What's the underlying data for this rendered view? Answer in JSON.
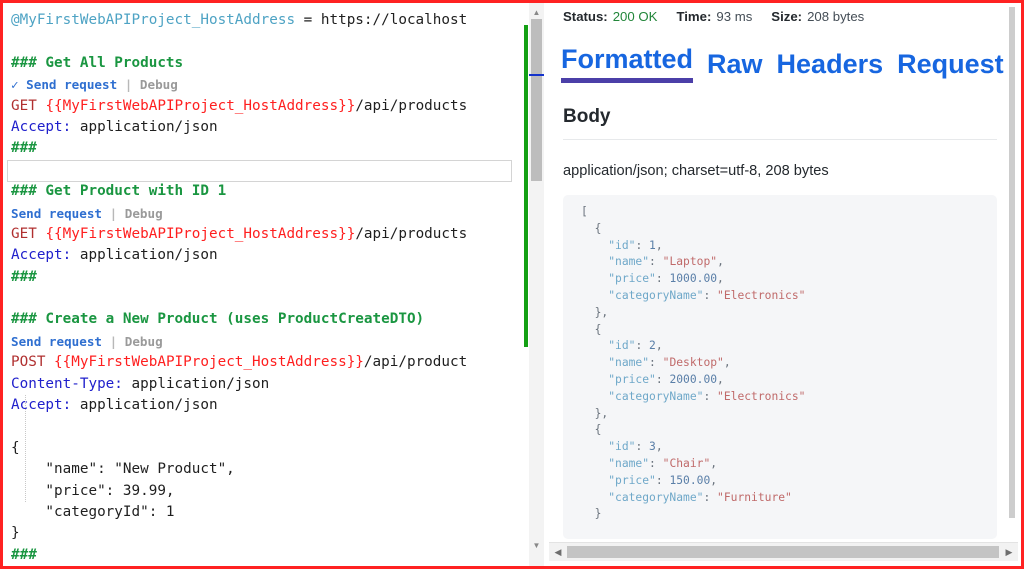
{
  "editor": {
    "lines": [
      {
        "type": "var-def",
        "name": "MyFirstWebAPIProject_HostAddress",
        "prefix": "@",
        "eq": " = ",
        "value": "https://localhost"
      },
      {
        "type": "blank"
      },
      {
        "type": "comment",
        "text": "### Get All Products"
      },
      {
        "type": "codelens",
        "check": "✓",
        "send": "Send request",
        "sep": "|",
        "debug": "Debug"
      },
      {
        "type": "request",
        "method": "GET",
        "ref": "{{MyFirstWebAPIProject_HostAddress}}",
        "path": "/api/products"
      },
      {
        "type": "header",
        "name": "Accept:",
        "value": " application/json"
      },
      {
        "type": "comment",
        "text": "###"
      },
      {
        "type": "blank-current"
      },
      {
        "type": "comment",
        "text": "### Get Product with ID 1"
      },
      {
        "type": "codelens",
        "check": "",
        "send": "Send request",
        "sep": "|",
        "debug": "Debug"
      },
      {
        "type": "request",
        "method": "GET",
        "ref": "{{MyFirstWebAPIProject_HostAddress}}",
        "path": "/api/products"
      },
      {
        "type": "header",
        "name": "Accept:",
        "value": " application/json"
      },
      {
        "type": "comment",
        "text": "###"
      },
      {
        "type": "blank"
      },
      {
        "type": "comment",
        "text": "### Create a New Product (uses ProductCreateDTO)"
      },
      {
        "type": "codelens",
        "check": "",
        "send": "Send request",
        "sep": "|",
        "debug": "Debug"
      },
      {
        "type": "request",
        "method": "POST",
        "ref": "{{MyFirstWebAPIProject_HostAddress}}",
        "path": "/api/product"
      },
      {
        "type": "header",
        "name": "Content-Type:",
        "value": " application/json"
      },
      {
        "type": "header",
        "name": "Accept:",
        "value": " application/json"
      },
      {
        "type": "blank"
      },
      {
        "type": "plain",
        "text": "{"
      },
      {
        "type": "plain",
        "text": "    \"name\": \"New Product\","
      },
      {
        "type": "plain",
        "text": "    \"price\": 39.99,"
      },
      {
        "type": "plain",
        "text": "    \"categoryId\": 1"
      },
      {
        "type": "plain",
        "text": "}"
      },
      {
        "type": "comment",
        "text": "###"
      }
    ],
    "scrollbar": {
      "up_arrow": "▲",
      "down_arrow": "▼"
    }
  },
  "response": {
    "status": {
      "status_label": "Status:",
      "status_value": "200 OK",
      "time_label": "Time:",
      "time_value": "93 ms",
      "size_label": "Size:",
      "size_value": "208 bytes"
    },
    "tabs": [
      {
        "label": "Formatted",
        "active": true
      },
      {
        "label": "Raw",
        "active": false
      },
      {
        "label": "Headers",
        "active": false
      },
      {
        "label": "Request",
        "active": false
      }
    ],
    "body_heading": "Body",
    "content_type": "application/json; charset=utf-8, 208 bytes",
    "json_body": [
      {
        "indent": 0,
        "parts": [
          {
            "c": "punct",
            "t": "["
          }
        ]
      },
      {
        "indent": 1,
        "parts": [
          {
            "c": "punct",
            "t": "{"
          }
        ]
      },
      {
        "indent": 2,
        "parts": [
          {
            "c": "key",
            "t": "\"id\""
          },
          {
            "c": "punct",
            "t": ": "
          },
          {
            "c": "num",
            "t": "1"
          },
          {
            "c": "punct",
            "t": ","
          }
        ]
      },
      {
        "indent": 2,
        "parts": [
          {
            "c": "key",
            "t": "\"name\""
          },
          {
            "c": "punct",
            "t": ": "
          },
          {
            "c": "str",
            "t": "\"Laptop\""
          },
          {
            "c": "punct",
            "t": ","
          }
        ]
      },
      {
        "indent": 2,
        "parts": [
          {
            "c": "key",
            "t": "\"price\""
          },
          {
            "c": "punct",
            "t": ": "
          },
          {
            "c": "num",
            "t": "1000.00"
          },
          {
            "c": "punct",
            "t": ","
          }
        ]
      },
      {
        "indent": 2,
        "parts": [
          {
            "c": "key",
            "t": "\"categoryName\""
          },
          {
            "c": "punct",
            "t": ": "
          },
          {
            "c": "str",
            "t": "\"Electronics\""
          }
        ]
      },
      {
        "indent": 1,
        "parts": [
          {
            "c": "punct",
            "t": "},"
          }
        ]
      },
      {
        "indent": 1,
        "parts": [
          {
            "c": "punct",
            "t": "{"
          }
        ]
      },
      {
        "indent": 2,
        "parts": [
          {
            "c": "key",
            "t": "\"id\""
          },
          {
            "c": "punct",
            "t": ": "
          },
          {
            "c": "num",
            "t": "2"
          },
          {
            "c": "punct",
            "t": ","
          }
        ]
      },
      {
        "indent": 2,
        "parts": [
          {
            "c": "key",
            "t": "\"name\""
          },
          {
            "c": "punct",
            "t": ": "
          },
          {
            "c": "str",
            "t": "\"Desktop\""
          },
          {
            "c": "punct",
            "t": ","
          }
        ]
      },
      {
        "indent": 2,
        "parts": [
          {
            "c": "key",
            "t": "\"price\""
          },
          {
            "c": "punct",
            "t": ": "
          },
          {
            "c": "num",
            "t": "2000.00"
          },
          {
            "c": "punct",
            "t": ","
          }
        ]
      },
      {
        "indent": 2,
        "parts": [
          {
            "c": "key",
            "t": "\"categoryName\""
          },
          {
            "c": "punct",
            "t": ": "
          },
          {
            "c": "str",
            "t": "\"Electronics\""
          }
        ]
      },
      {
        "indent": 1,
        "parts": [
          {
            "c": "punct",
            "t": "},"
          }
        ]
      },
      {
        "indent": 1,
        "parts": [
          {
            "c": "punct",
            "t": "{"
          }
        ]
      },
      {
        "indent": 2,
        "parts": [
          {
            "c": "key",
            "t": "\"id\""
          },
          {
            "c": "punct",
            "t": ": "
          },
          {
            "c": "num",
            "t": "3"
          },
          {
            "c": "punct",
            "t": ","
          }
        ]
      },
      {
        "indent": 2,
        "parts": [
          {
            "c": "key",
            "t": "\"name\""
          },
          {
            "c": "punct",
            "t": ": "
          },
          {
            "c": "str",
            "t": "\"Chair\""
          },
          {
            "c": "punct",
            "t": ","
          }
        ]
      },
      {
        "indent": 2,
        "parts": [
          {
            "c": "key",
            "t": "\"price\""
          },
          {
            "c": "punct",
            "t": ": "
          },
          {
            "c": "num",
            "t": "150.00"
          },
          {
            "c": "punct",
            "t": ","
          }
        ]
      },
      {
        "indent": 2,
        "parts": [
          {
            "c": "key",
            "t": "\"categoryName\""
          },
          {
            "c": "punct",
            "t": ": "
          },
          {
            "c": "str",
            "t": "\"Furniture\""
          }
        ]
      },
      {
        "indent": 1,
        "parts": [
          {
            "c": "punct",
            "t": "}"
          }
        ]
      }
    ],
    "scroll": {
      "left_arrow": "◀",
      "right_arrow": "▶",
      "down_arrow": "▼"
    }
  },
  "colors": {
    "accent_tab": "#4b3fa8",
    "tab_link": "#1766e0",
    "status_ok": "#22863a",
    "change_bar": "#14a014",
    "cursor_marker": "#1433cc",
    "comment_green": "#1a9641",
    "variable_ref_red": "#ff1f1f",
    "header_blue": "#2020cc",
    "frame_red": "#ff2222"
  }
}
